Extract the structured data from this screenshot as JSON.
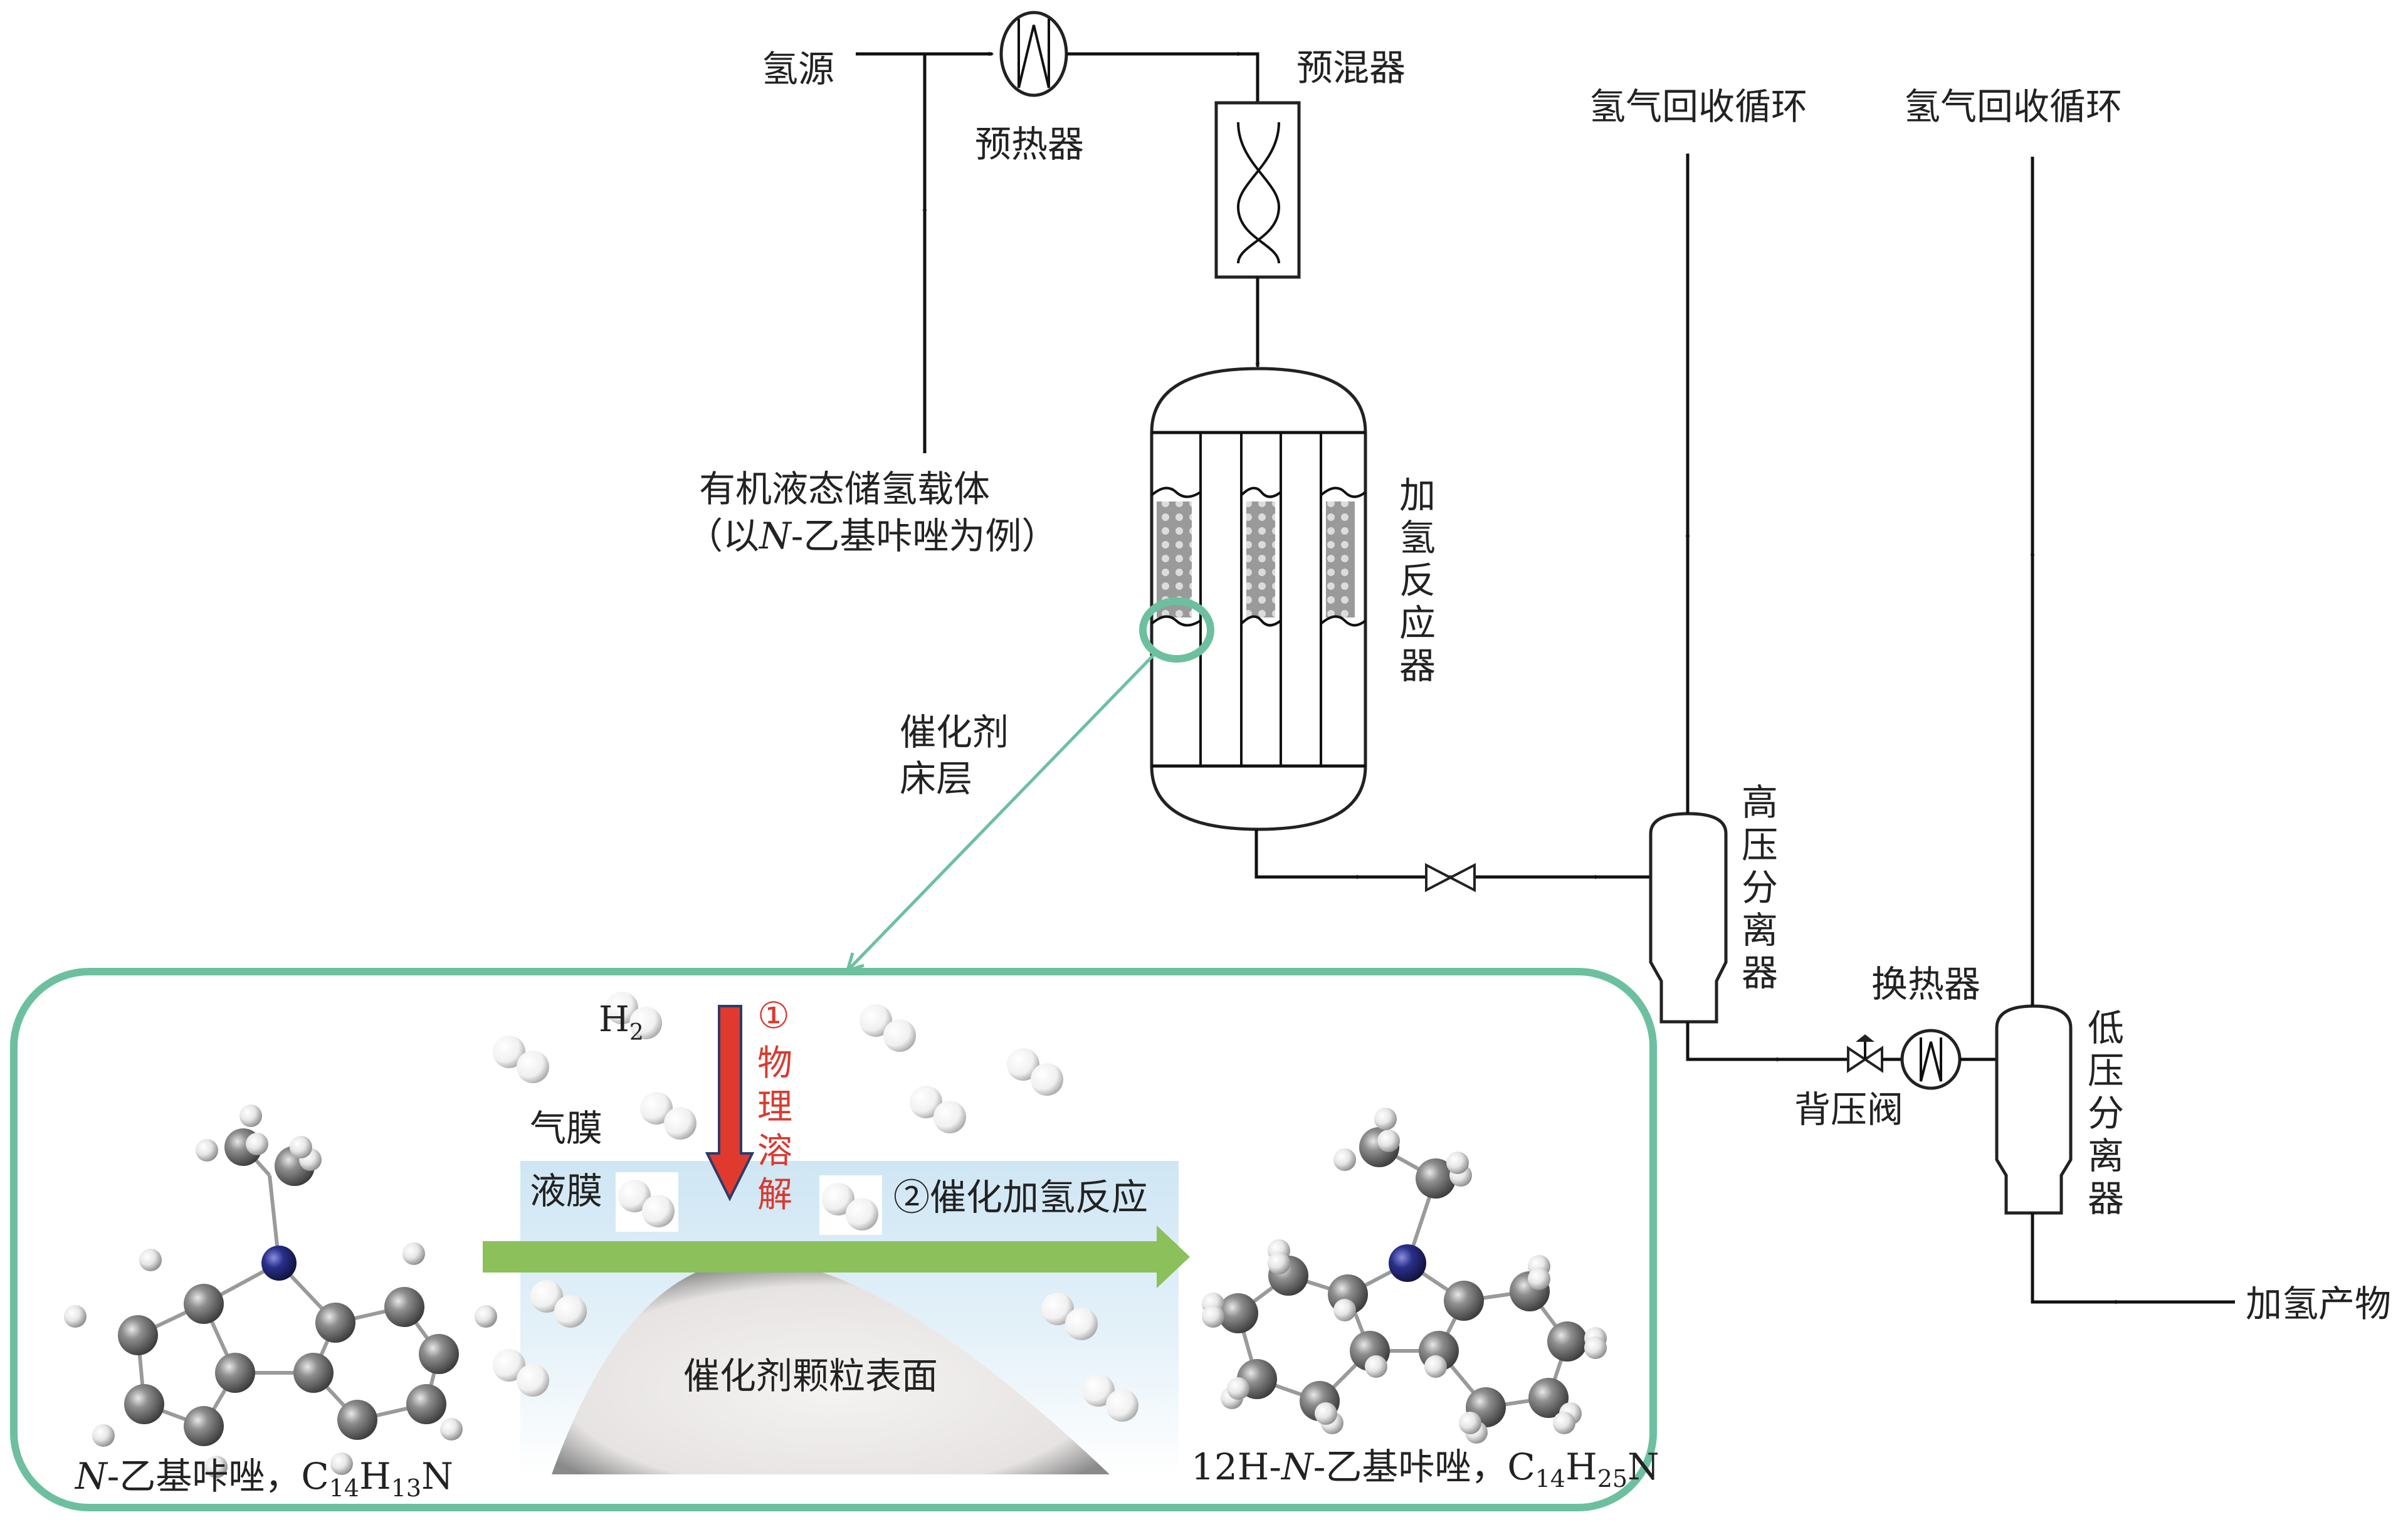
{
  "process": {
    "hydrogen_source": "氢源",
    "preheater": "预热器",
    "premixer": "预混器",
    "carrier_line1": "有机液态储氢载体",
    "carrier_line2_prefix": "（以",
    "carrier_line2_italic": "N",
    "carrier_line2_suffix": "-乙基咔唑为例）",
    "reactor": [
      "加",
      "氢",
      "反",
      "应",
      "器"
    ],
    "catalyst_bed_line1": "催化剂",
    "catalyst_bed_line2": "床层",
    "h2_recycle_1": "氢气回收循环",
    "h2_recycle_2": "氢气回收循环",
    "hp_separator": [
      "高",
      "压",
      "分",
      "离",
      "器"
    ],
    "lp_separator": [
      "低",
      "压",
      "分",
      "离",
      "器"
    ],
    "heat_exchanger": "换热器",
    "back_pressure_valve": "背压阀",
    "product": "加氢产物"
  },
  "inset": {
    "h2_label": "H",
    "h2_sub": "2",
    "step1_num": "①",
    "step1_chars": [
      "物",
      "理",
      "溶",
      "解"
    ],
    "gas_film": "气膜",
    "liquid_film": "液膜",
    "step2": "②催化加氢反应",
    "catalyst_surface": "催化剂颗粒表面",
    "reactant_italic": "N",
    "reactant_name": "-乙基咔唑，",
    "reactant_formula": [
      "C",
      "14",
      "H",
      "13",
      "N"
    ],
    "product_prefix": "12H-",
    "product_italic": "N",
    "product_name": "-乙基咔唑，",
    "product_formula": [
      "C",
      "14",
      "H",
      "25",
      "N"
    ]
  },
  "colors": {
    "inset_border": "#6cc0a0",
    "step1_arrow": "#e03a2e",
    "step1_text": "#d93a30",
    "step2_arrow": "#8bc05a",
    "liquid_film": "#d4eaf5",
    "nitrogen_atom": "#2a2f8a"
  }
}
